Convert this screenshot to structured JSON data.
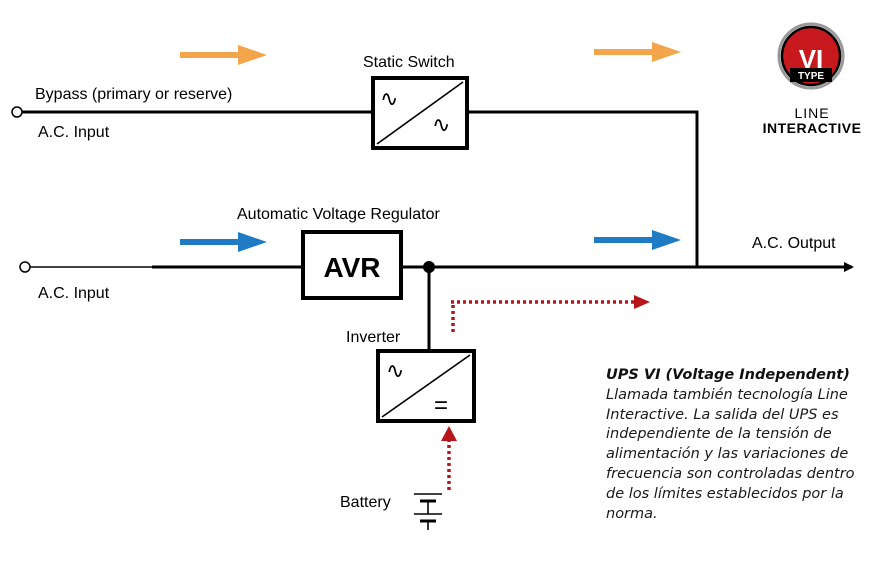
{
  "labels": {
    "bypass": "Bypass (primary or reserve)",
    "bypass_input": "A.C. Input",
    "static_switch": "Static Switch",
    "avr_title": "Automatic Voltage Regulator",
    "avr_box": "AVR",
    "main_input": "A.C. Input",
    "output": "A.C. Output",
    "inverter": "Inverter",
    "battery": "Battery"
  },
  "glyphs": {
    "ac": "∿",
    "dc": "="
  },
  "badge": {
    "code": "VI",
    "type": "TYPE",
    "line1": "LINE",
    "line2": "INTERACTIVE"
  },
  "description": {
    "title": "UPS VI (Voltage Independent)",
    "body": "Llamada también tecnología Line Interactive. La salida del UPS es independiente de la tensión de alimentación y las variaciones de frecuencia son controladas dentro de los límites establecidos por la norma."
  },
  "colors": {
    "bypass_arrow": "#f2a54a",
    "normal_arrow": "#1f7bc4",
    "battery_flow": "#b8141b",
    "badge_red": "#c8191e",
    "badge_ring": "#9a9a9a"
  }
}
